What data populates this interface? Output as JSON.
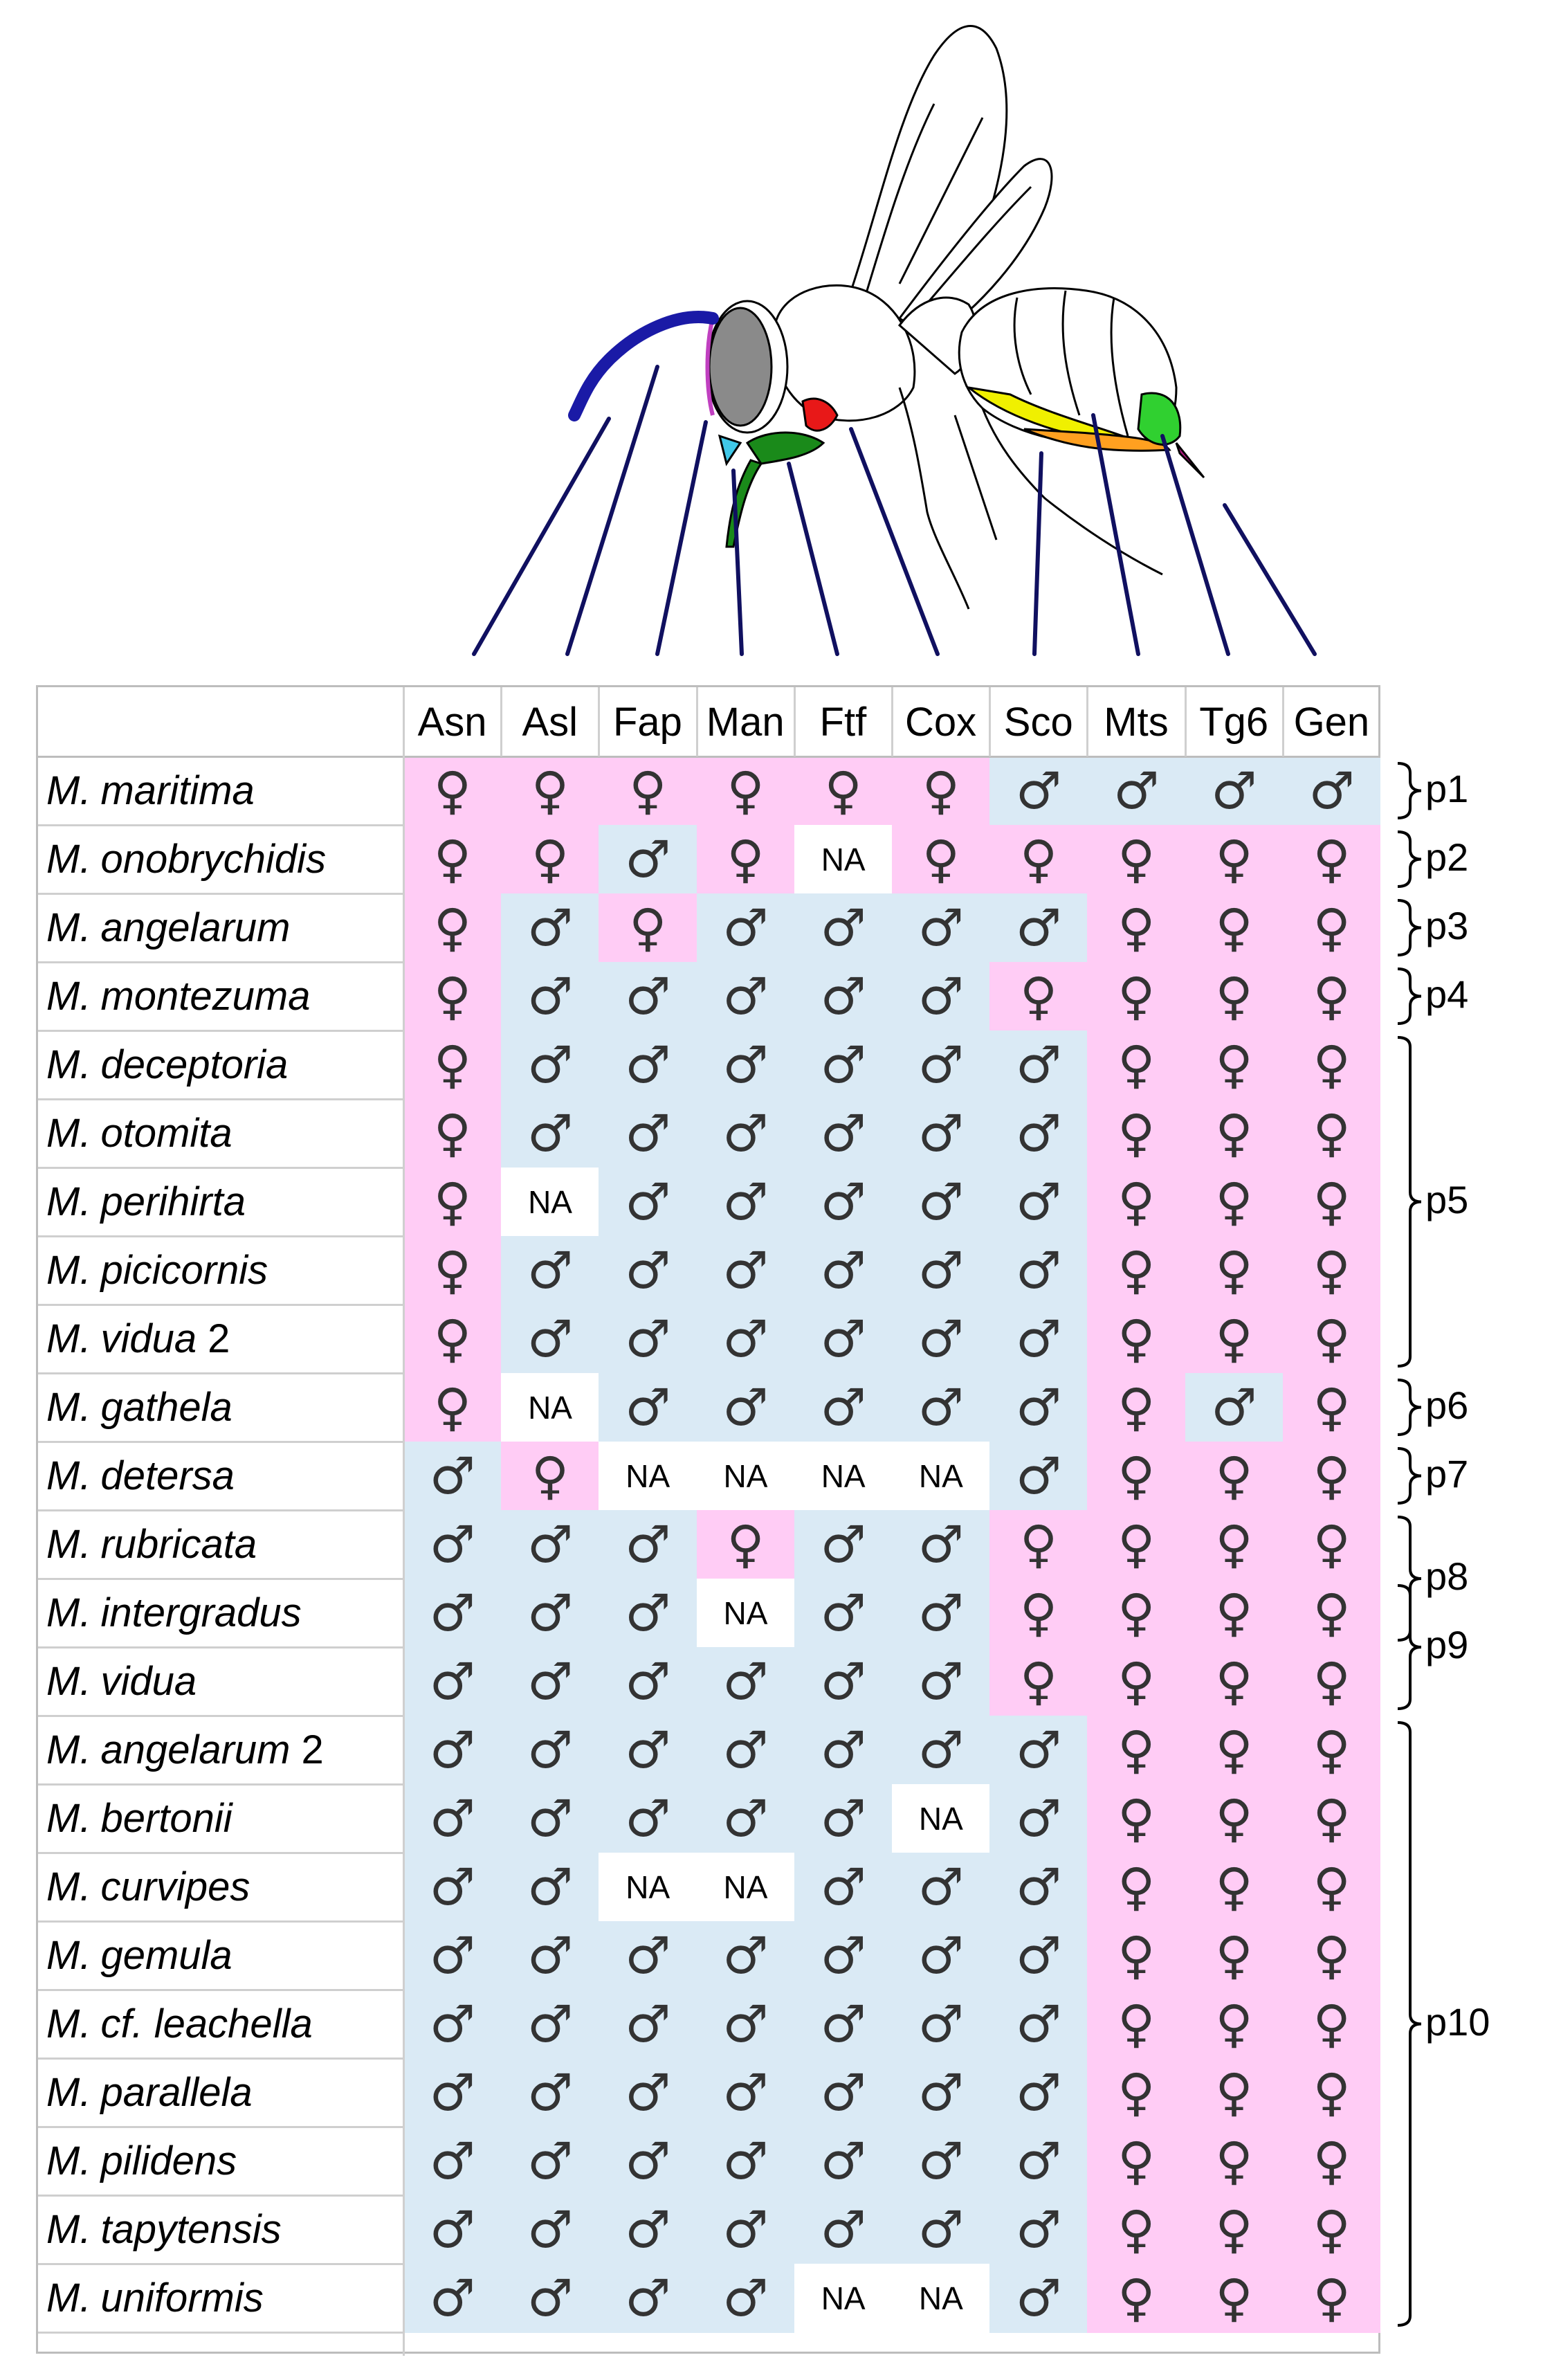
{
  "colors": {
    "female": "#ffccf5",
    "male": "#daeaf5",
    "na": "#ffffff",
    "border": "#bdbdbd"
  },
  "symbols": {
    "female": "♀",
    "male": "♂",
    "na": "NA"
  },
  "columns": [
    "Asn",
    "Asl",
    "Fap",
    "Man",
    "Ftf",
    "Cox",
    "Sco",
    "Mts",
    "Tg6",
    "Gen"
  ],
  "rows": [
    {
      "genus": "M.",
      "species": "maritima",
      "suffix": "",
      "cells": [
        "F",
        "F",
        "F",
        "F",
        "F",
        "F",
        "M",
        "M",
        "M",
        "M"
      ]
    },
    {
      "genus": "M.",
      "species": "onobrychidis",
      "suffix": "",
      "cells": [
        "F",
        "F",
        "M",
        "F",
        "NA",
        "F",
        "F",
        "F",
        "F",
        "F"
      ]
    },
    {
      "genus": "M.",
      "species": "angelarum",
      "suffix": "",
      "cells": [
        "F",
        "M",
        "F",
        "M",
        "M",
        "M",
        "M",
        "F",
        "F",
        "F"
      ]
    },
    {
      "genus": "M.",
      "species": "montezuma",
      "suffix": "",
      "cells": [
        "F",
        "M",
        "M",
        "M",
        "M",
        "M",
        "F",
        "F",
        "F",
        "F"
      ]
    },
    {
      "genus": "M.",
      "species": "deceptoria",
      "suffix": "",
      "cells": [
        "F",
        "M",
        "M",
        "M",
        "M",
        "M",
        "M",
        "F",
        "F",
        "F"
      ]
    },
    {
      "genus": "M.",
      "species": "otomita",
      "suffix": "",
      "cells": [
        "F",
        "M",
        "M",
        "M",
        "M",
        "M",
        "M",
        "F",
        "F",
        "F"
      ]
    },
    {
      "genus": "M.",
      "species": "perihirta",
      "suffix": "",
      "cells": [
        "F",
        "NA",
        "M",
        "M",
        "M",
        "M",
        "M",
        "F",
        "F",
        "F"
      ]
    },
    {
      "genus": "M.",
      "species": "picicornis",
      "suffix": "",
      "cells": [
        "F",
        "M",
        "M",
        "M",
        "M",
        "M",
        "M",
        "F",
        "F",
        "F"
      ]
    },
    {
      "genus": "M.",
      "species": "vidua",
      "suffix": "2",
      "cells": [
        "F",
        "M",
        "M",
        "M",
        "M",
        "M",
        "M",
        "F",
        "F",
        "F"
      ]
    },
    {
      "genus": "M.",
      "species": "gathela",
      "suffix": "",
      "cells": [
        "F",
        "NA",
        "M",
        "M",
        "M",
        "M",
        "M",
        "F",
        "M",
        "F"
      ]
    },
    {
      "genus": "M.",
      "species": "detersa",
      "suffix": "",
      "cells": [
        "M",
        "F",
        "NA",
        "NA",
        "NA",
        "NA",
        "M",
        "F",
        "F",
        "F"
      ]
    },
    {
      "genus": "M.",
      "species": "rubricata",
      "suffix": "",
      "cells": [
        "M",
        "M",
        "M",
        "F",
        "M",
        "M",
        "F",
        "F",
        "F",
        "F"
      ]
    },
    {
      "genus": "M.",
      "species": "intergradus",
      "suffix": "",
      "cells": [
        "M",
        "M",
        "M",
        "NA",
        "M",
        "M",
        "F",
        "F",
        "F",
        "F"
      ]
    },
    {
      "genus": "M.",
      "species": "vidua",
      "suffix": "",
      "cells": [
        "M",
        "M",
        "M",
        "M",
        "M",
        "M",
        "F",
        "F",
        "F",
        "F"
      ]
    },
    {
      "genus": "M.",
      "species": "angelarum",
      "suffix": "2",
      "cells": [
        "M",
        "M",
        "M",
        "M",
        "M",
        "M",
        "M",
        "F",
        "F",
        "F"
      ]
    },
    {
      "genus": "M.",
      "species": "bertonii",
      "suffix": "",
      "cells": [
        "M",
        "M",
        "M",
        "M",
        "M",
        "NA",
        "M",
        "F",
        "F",
        "F"
      ]
    },
    {
      "genus": "M.",
      "species": "curvipes",
      "suffix": "",
      "cells": [
        "M",
        "M",
        "NA",
        "NA",
        "M",
        "M",
        "M",
        "F",
        "F",
        "F"
      ]
    },
    {
      "genus": "M.",
      "species": "gemula",
      "suffix": "",
      "cells": [
        "M",
        "M",
        "M",
        "M",
        "M",
        "M",
        "M",
        "F",
        "F",
        "F"
      ]
    },
    {
      "genus": "M.",
      "species": "cf. leachella",
      "suffix": "",
      "cells": [
        "M",
        "M",
        "M",
        "M",
        "M",
        "M",
        "M",
        "F",
        "F",
        "F"
      ]
    },
    {
      "genus": "M.",
      "species": "parallela",
      "suffix": "",
      "cells": [
        "M",
        "M",
        "M",
        "M",
        "M",
        "M",
        "M",
        "F",
        "F",
        "F"
      ]
    },
    {
      "genus": "M.",
      "species": "pilidens",
      "suffix": "",
      "cells": [
        "M",
        "M",
        "M",
        "M",
        "M",
        "M",
        "M",
        "F",
        "F",
        "F"
      ]
    },
    {
      "genus": "M.",
      "species": "tapytensis",
      "suffix": "",
      "cells": [
        "M",
        "M",
        "M",
        "M",
        "M",
        "M",
        "M",
        "F",
        "F",
        "F"
      ]
    },
    {
      "genus": "M.",
      "species": "uniformis",
      "suffix": "",
      "cells": [
        "M",
        "M",
        "M",
        "M",
        "NA",
        "NA",
        "M",
        "F",
        "F",
        "F"
      ]
    }
  ],
  "partitions": [
    {
      "label": "p1",
      "from": 0,
      "to": 0
    },
    {
      "label": "p2",
      "from": 1,
      "to": 1
    },
    {
      "label": "p3",
      "from": 2,
      "to": 2
    },
    {
      "label": "p4",
      "from": 3,
      "to": 3
    },
    {
      "label": "p5",
      "from": 4,
      "to": 8
    },
    {
      "label": "p6",
      "from": 9,
      "to": 9
    },
    {
      "label": "p7",
      "from": 10,
      "to": 10
    },
    {
      "label": "p8",
      "from": 11,
      "to": 12
    },
    {
      "label": "p9",
      "from": 12,
      "to": 13
    },
    {
      "label": "p10",
      "from": 14,
      "to": 22
    }
  ],
  "part_colors": {
    "antenna": "#1a1aa6",
    "eye": "#8a8a8a",
    "eye_rim": "#c040c0",
    "mandible": "#40c8e8",
    "foreleg": "#1a8a1a",
    "coxa": "#e81818",
    "sternites": "#f0f000",
    "metasoma_side": "#ffa020",
    "tergite6": "#30d030",
    "genitalia": "#b01880",
    "pointer_lines": "#101060"
  }
}
